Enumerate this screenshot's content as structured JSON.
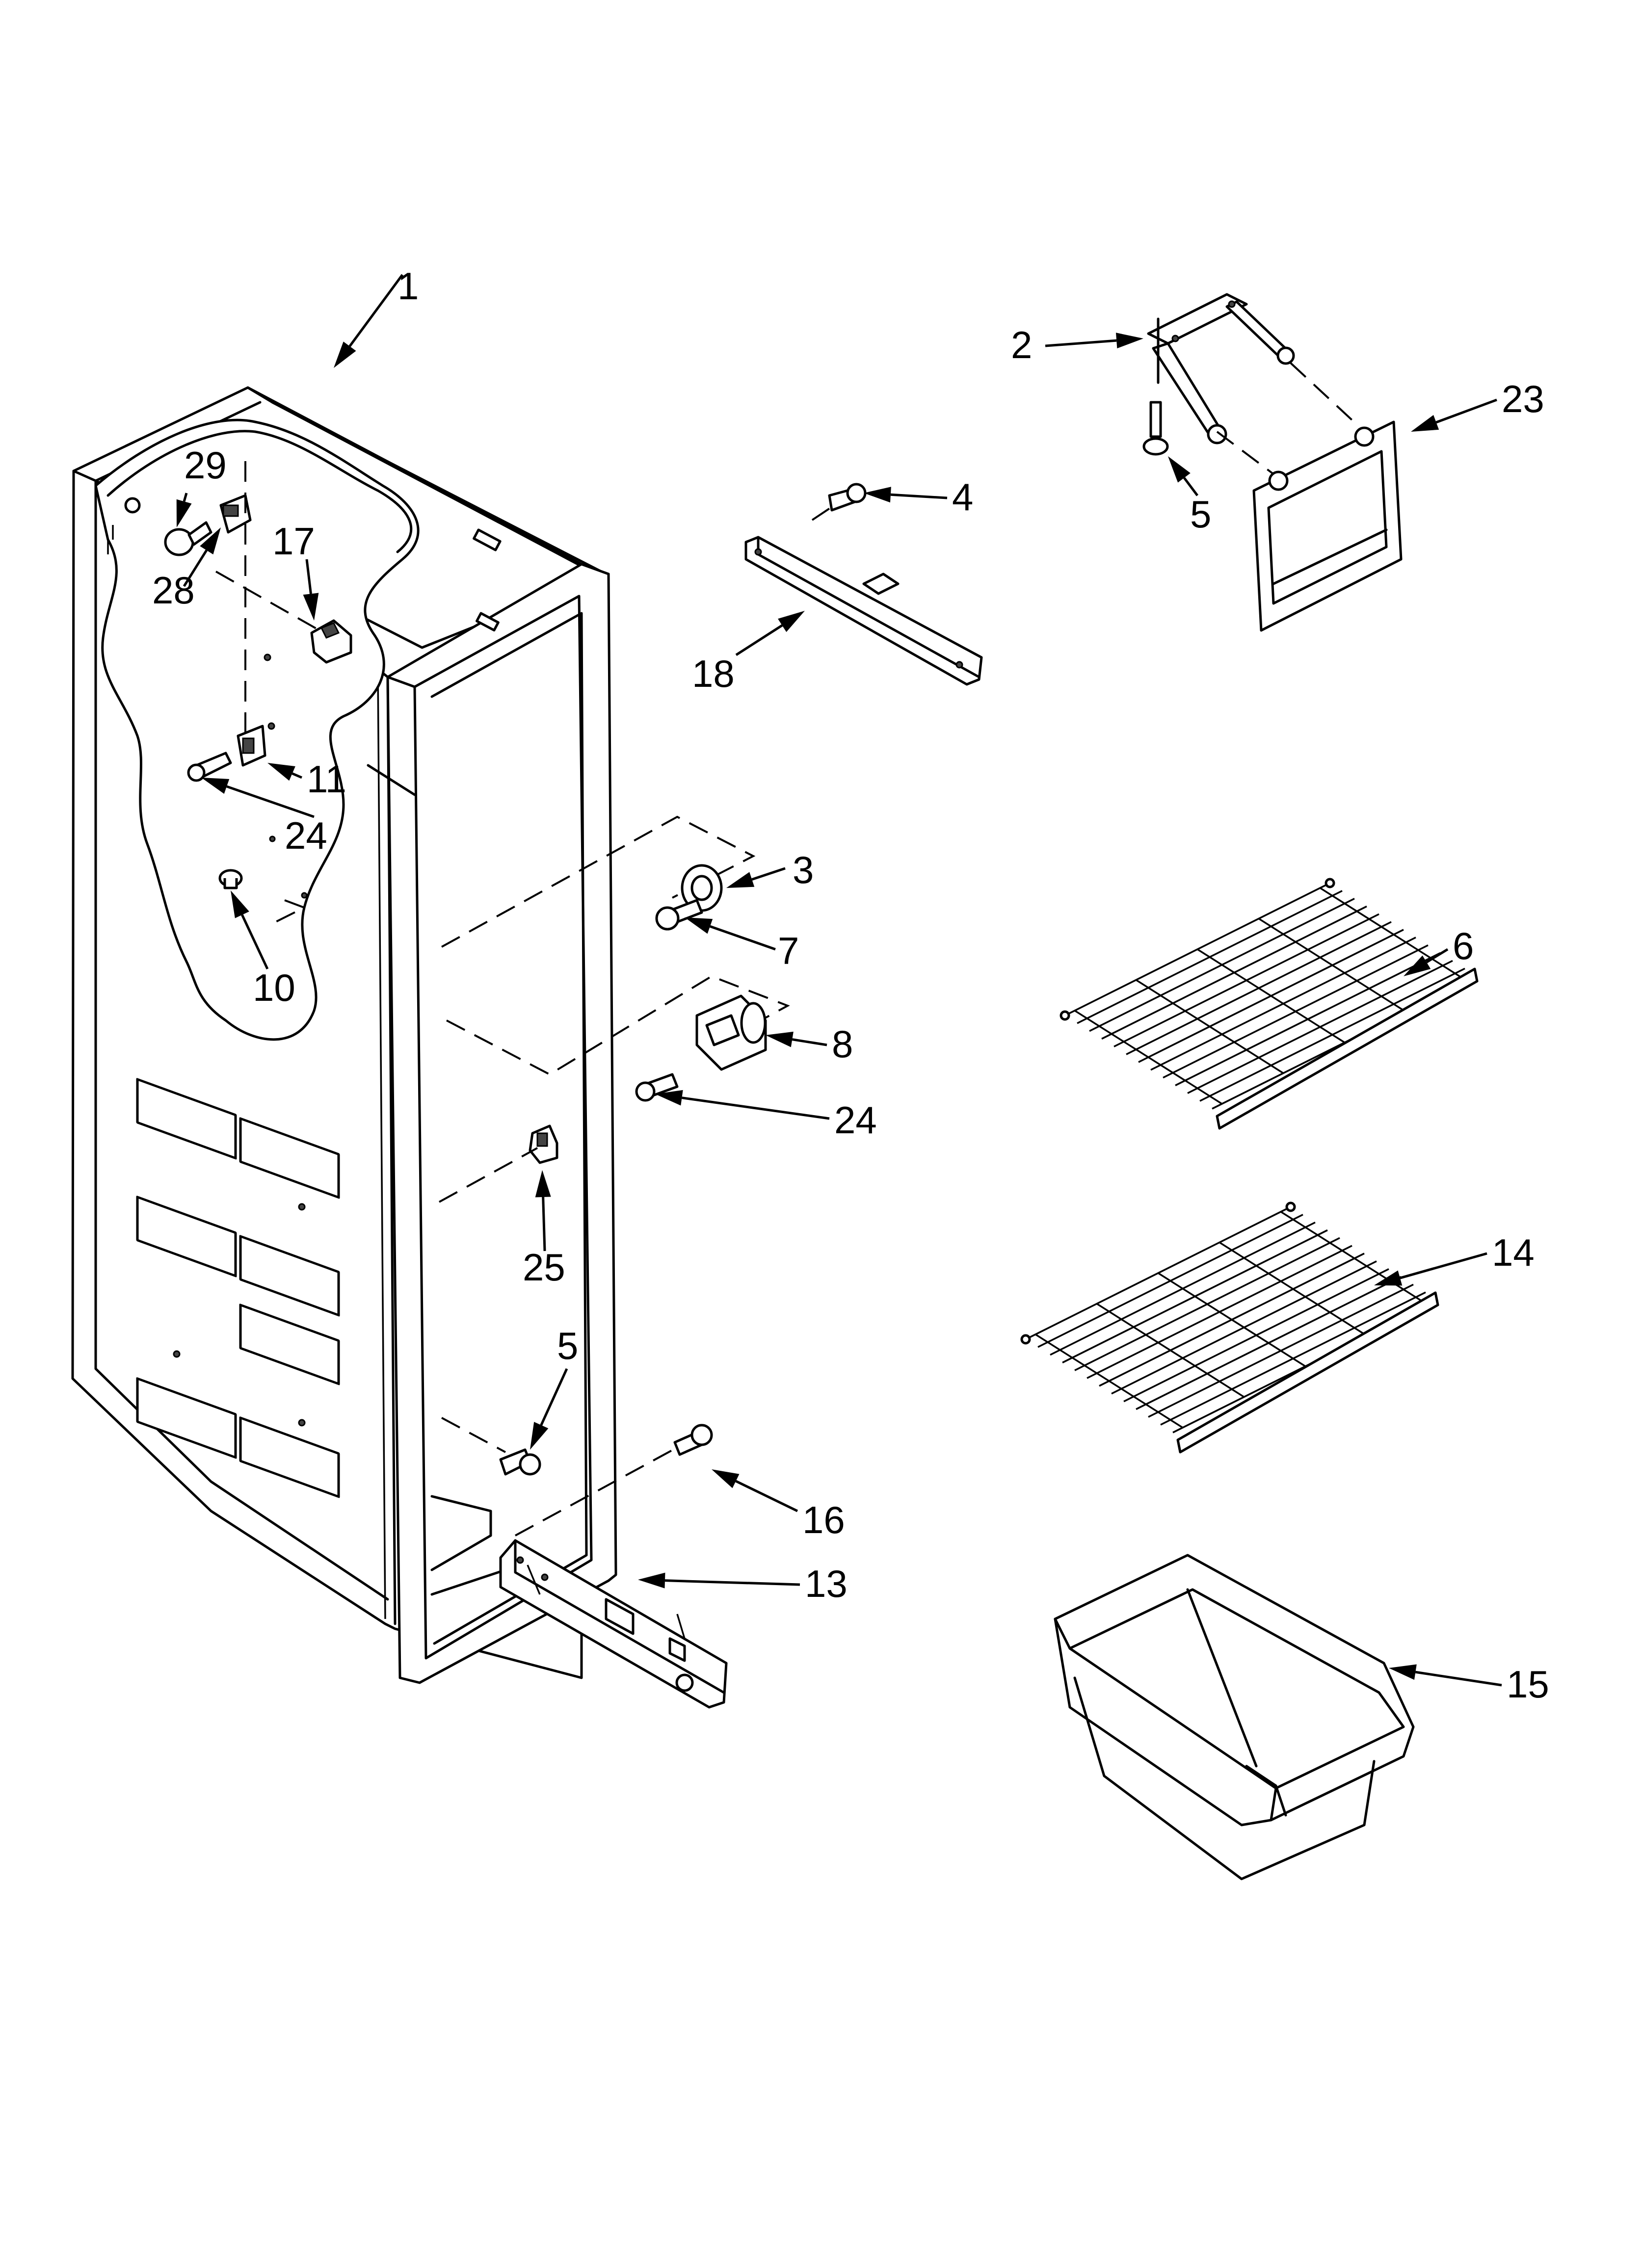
{
  "callouts": [
    {
      "id": "c1",
      "label": "1"
    },
    {
      "id": "c2",
      "label": "2"
    },
    {
      "id": "c3",
      "label": "3"
    },
    {
      "id": "c4",
      "label": "4"
    },
    {
      "id": "c5a",
      "label": "5"
    },
    {
      "id": "c5b",
      "label": "5"
    },
    {
      "id": "c6",
      "label": "6"
    },
    {
      "id": "c7",
      "label": "7"
    },
    {
      "id": "c8",
      "label": "8"
    },
    {
      "id": "c10",
      "label": "10"
    },
    {
      "id": "c11",
      "label": "11"
    },
    {
      "id": "c13",
      "label": "13"
    },
    {
      "id": "c14",
      "label": "14"
    },
    {
      "id": "c15",
      "label": "15"
    },
    {
      "id": "c16",
      "label": "16"
    },
    {
      "id": "c17",
      "label": "17"
    },
    {
      "id": "c18",
      "label": "18"
    },
    {
      "id": "c23",
      "label": "23"
    },
    {
      "id": "c24a",
      "label": "24"
    },
    {
      "id": "c24b",
      "label": "24"
    },
    {
      "id": "c25",
      "label": "25"
    },
    {
      "id": "c28",
      "label": "28"
    },
    {
      "id": "c29",
      "label": "29"
    }
  ]
}
